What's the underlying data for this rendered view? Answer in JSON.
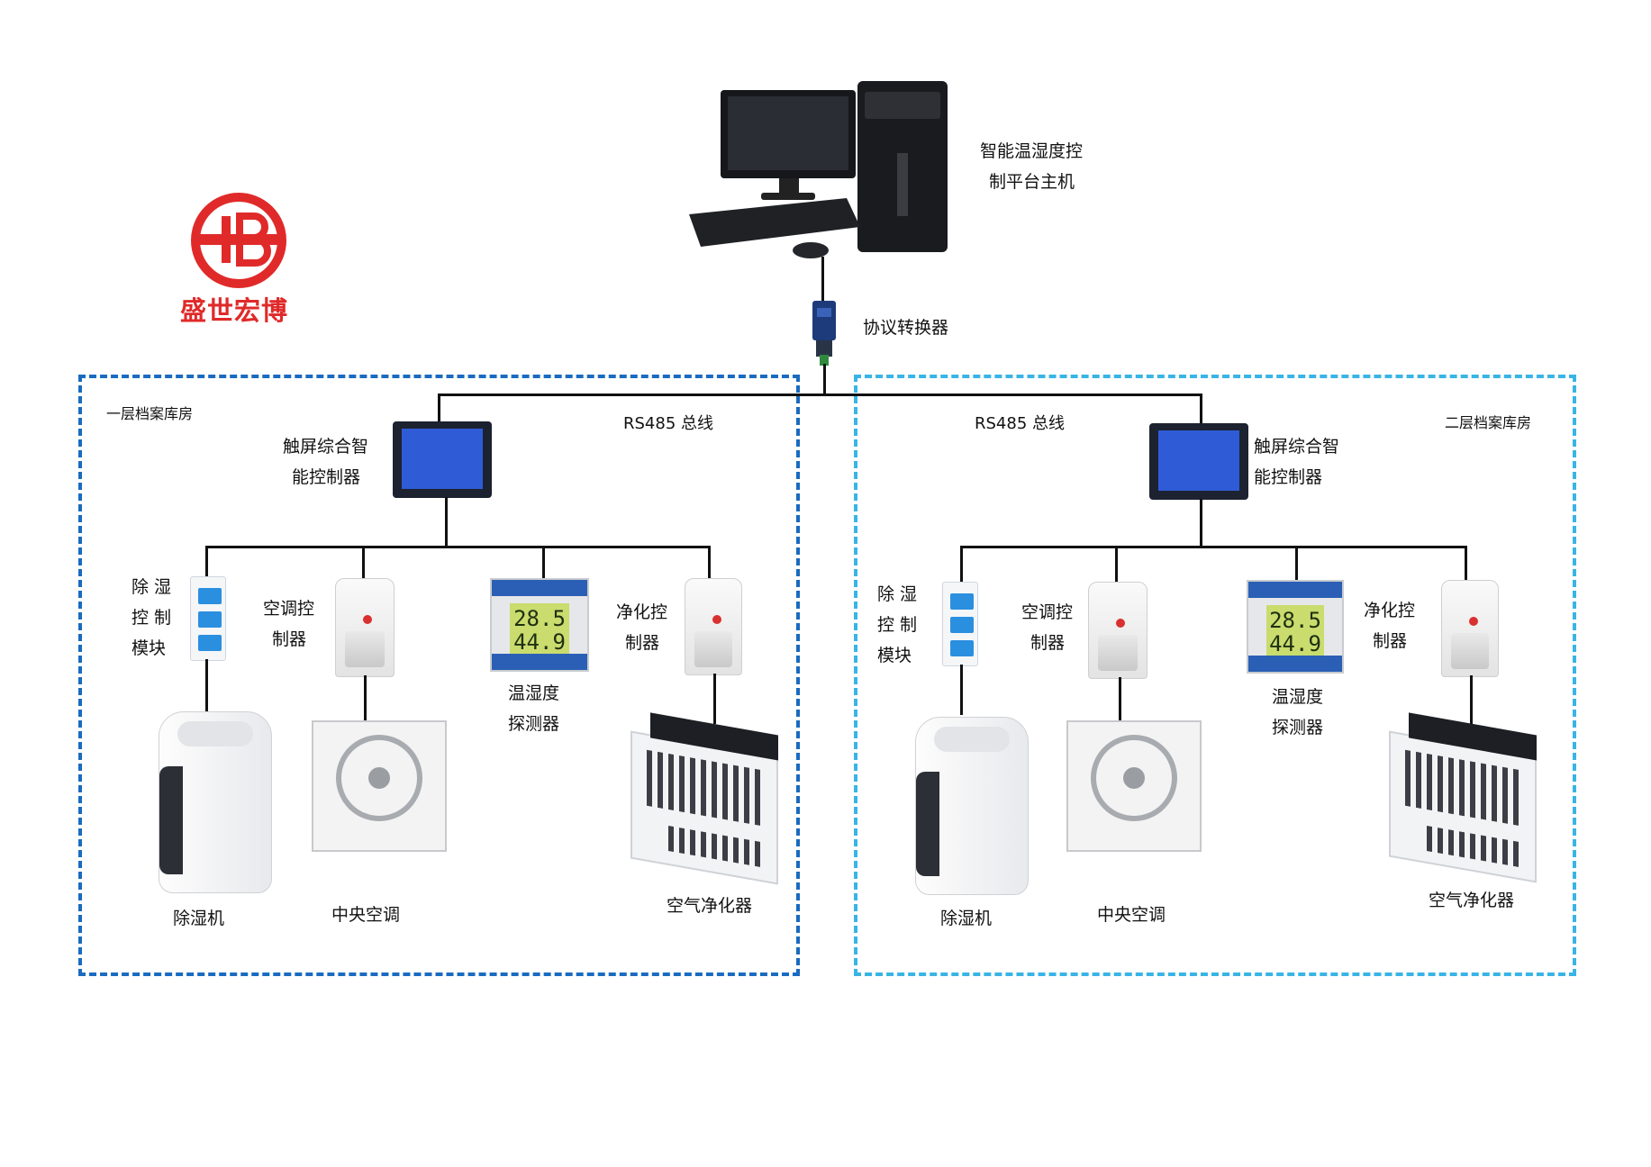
{
  "brand": {
    "name": "盛世宏博",
    "color": "#e02a2a"
  },
  "host": {
    "label_line1": "智能温湿度控",
    "label_line2": "制平台主机"
  },
  "converter": {
    "label": "协议转换器"
  },
  "bus": {
    "label": "RS485 总线"
  },
  "rooms": [
    {
      "name": "一层档案库房",
      "border_color": "#1a6bc0",
      "touch_controller": {
        "line1": "触屏综合智",
        "line2": "能控制器"
      },
      "dehum_module": {
        "line1": "除 湿",
        "line2": "控 制",
        "line3": "模块"
      },
      "ac_controller": {
        "line1": "空调控",
        "line2": "制器"
      },
      "th_sensor": {
        "line1": "温湿度",
        "line2": "探测器",
        "temp": "28.5",
        "humidity": "44.9"
      },
      "purify_controller": {
        "line1": "净化控",
        "line2": "制器"
      },
      "dehumidifier": "除湿机",
      "central_ac": "中央空调",
      "air_purifier": "空气净化器"
    },
    {
      "name": "二层档案库房",
      "border_color": "#39b4e6",
      "touch_controller": {
        "line1": "触屏综合智",
        "line2": "能控制器"
      },
      "dehum_module": {
        "line1": "除 湿",
        "line2": "控 制",
        "line3": "模块"
      },
      "ac_controller": {
        "line1": "空调控",
        "line2": "制器"
      },
      "th_sensor": {
        "line1": "温湿度",
        "line2": "探测器",
        "temp": "28.5",
        "humidity": "44.9"
      },
      "purify_controller": {
        "line1": "净化控",
        "line2": "制器"
      },
      "dehumidifier": "除湿机",
      "central_ac": "中央空调",
      "air_purifier": "空气净化器"
    }
  ]
}
